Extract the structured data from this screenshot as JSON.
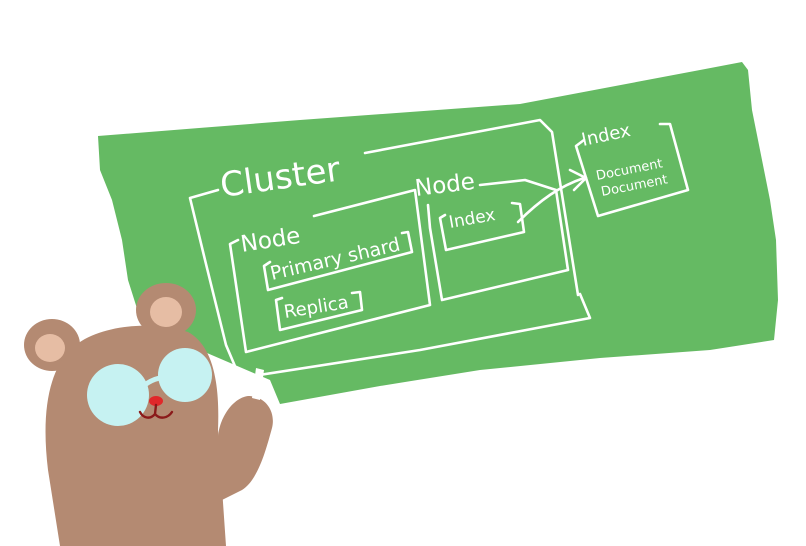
{
  "diagram": {
    "cluster_label": "Cluster",
    "node_left_label": "Node",
    "node_right_label": "Node",
    "primary_shard_label": "Primary shard",
    "replica_label": "Replica",
    "index_inner_label": "Index",
    "index_outer_label": "Index",
    "document_1_label": "Document",
    "document_2_label": "Document"
  },
  "colors": {
    "board": "#65BA63",
    "ink": "#ffffff",
    "bear_fur": "#B48A72",
    "bear_ear_inner": "#E6BDA4",
    "glasses": "#C6F2F2",
    "nose": "#E0282A",
    "mouth": "#8B1A1A"
  },
  "icons": {
    "character": "bear-with-glasses",
    "chalk": "chalk-stick"
  }
}
